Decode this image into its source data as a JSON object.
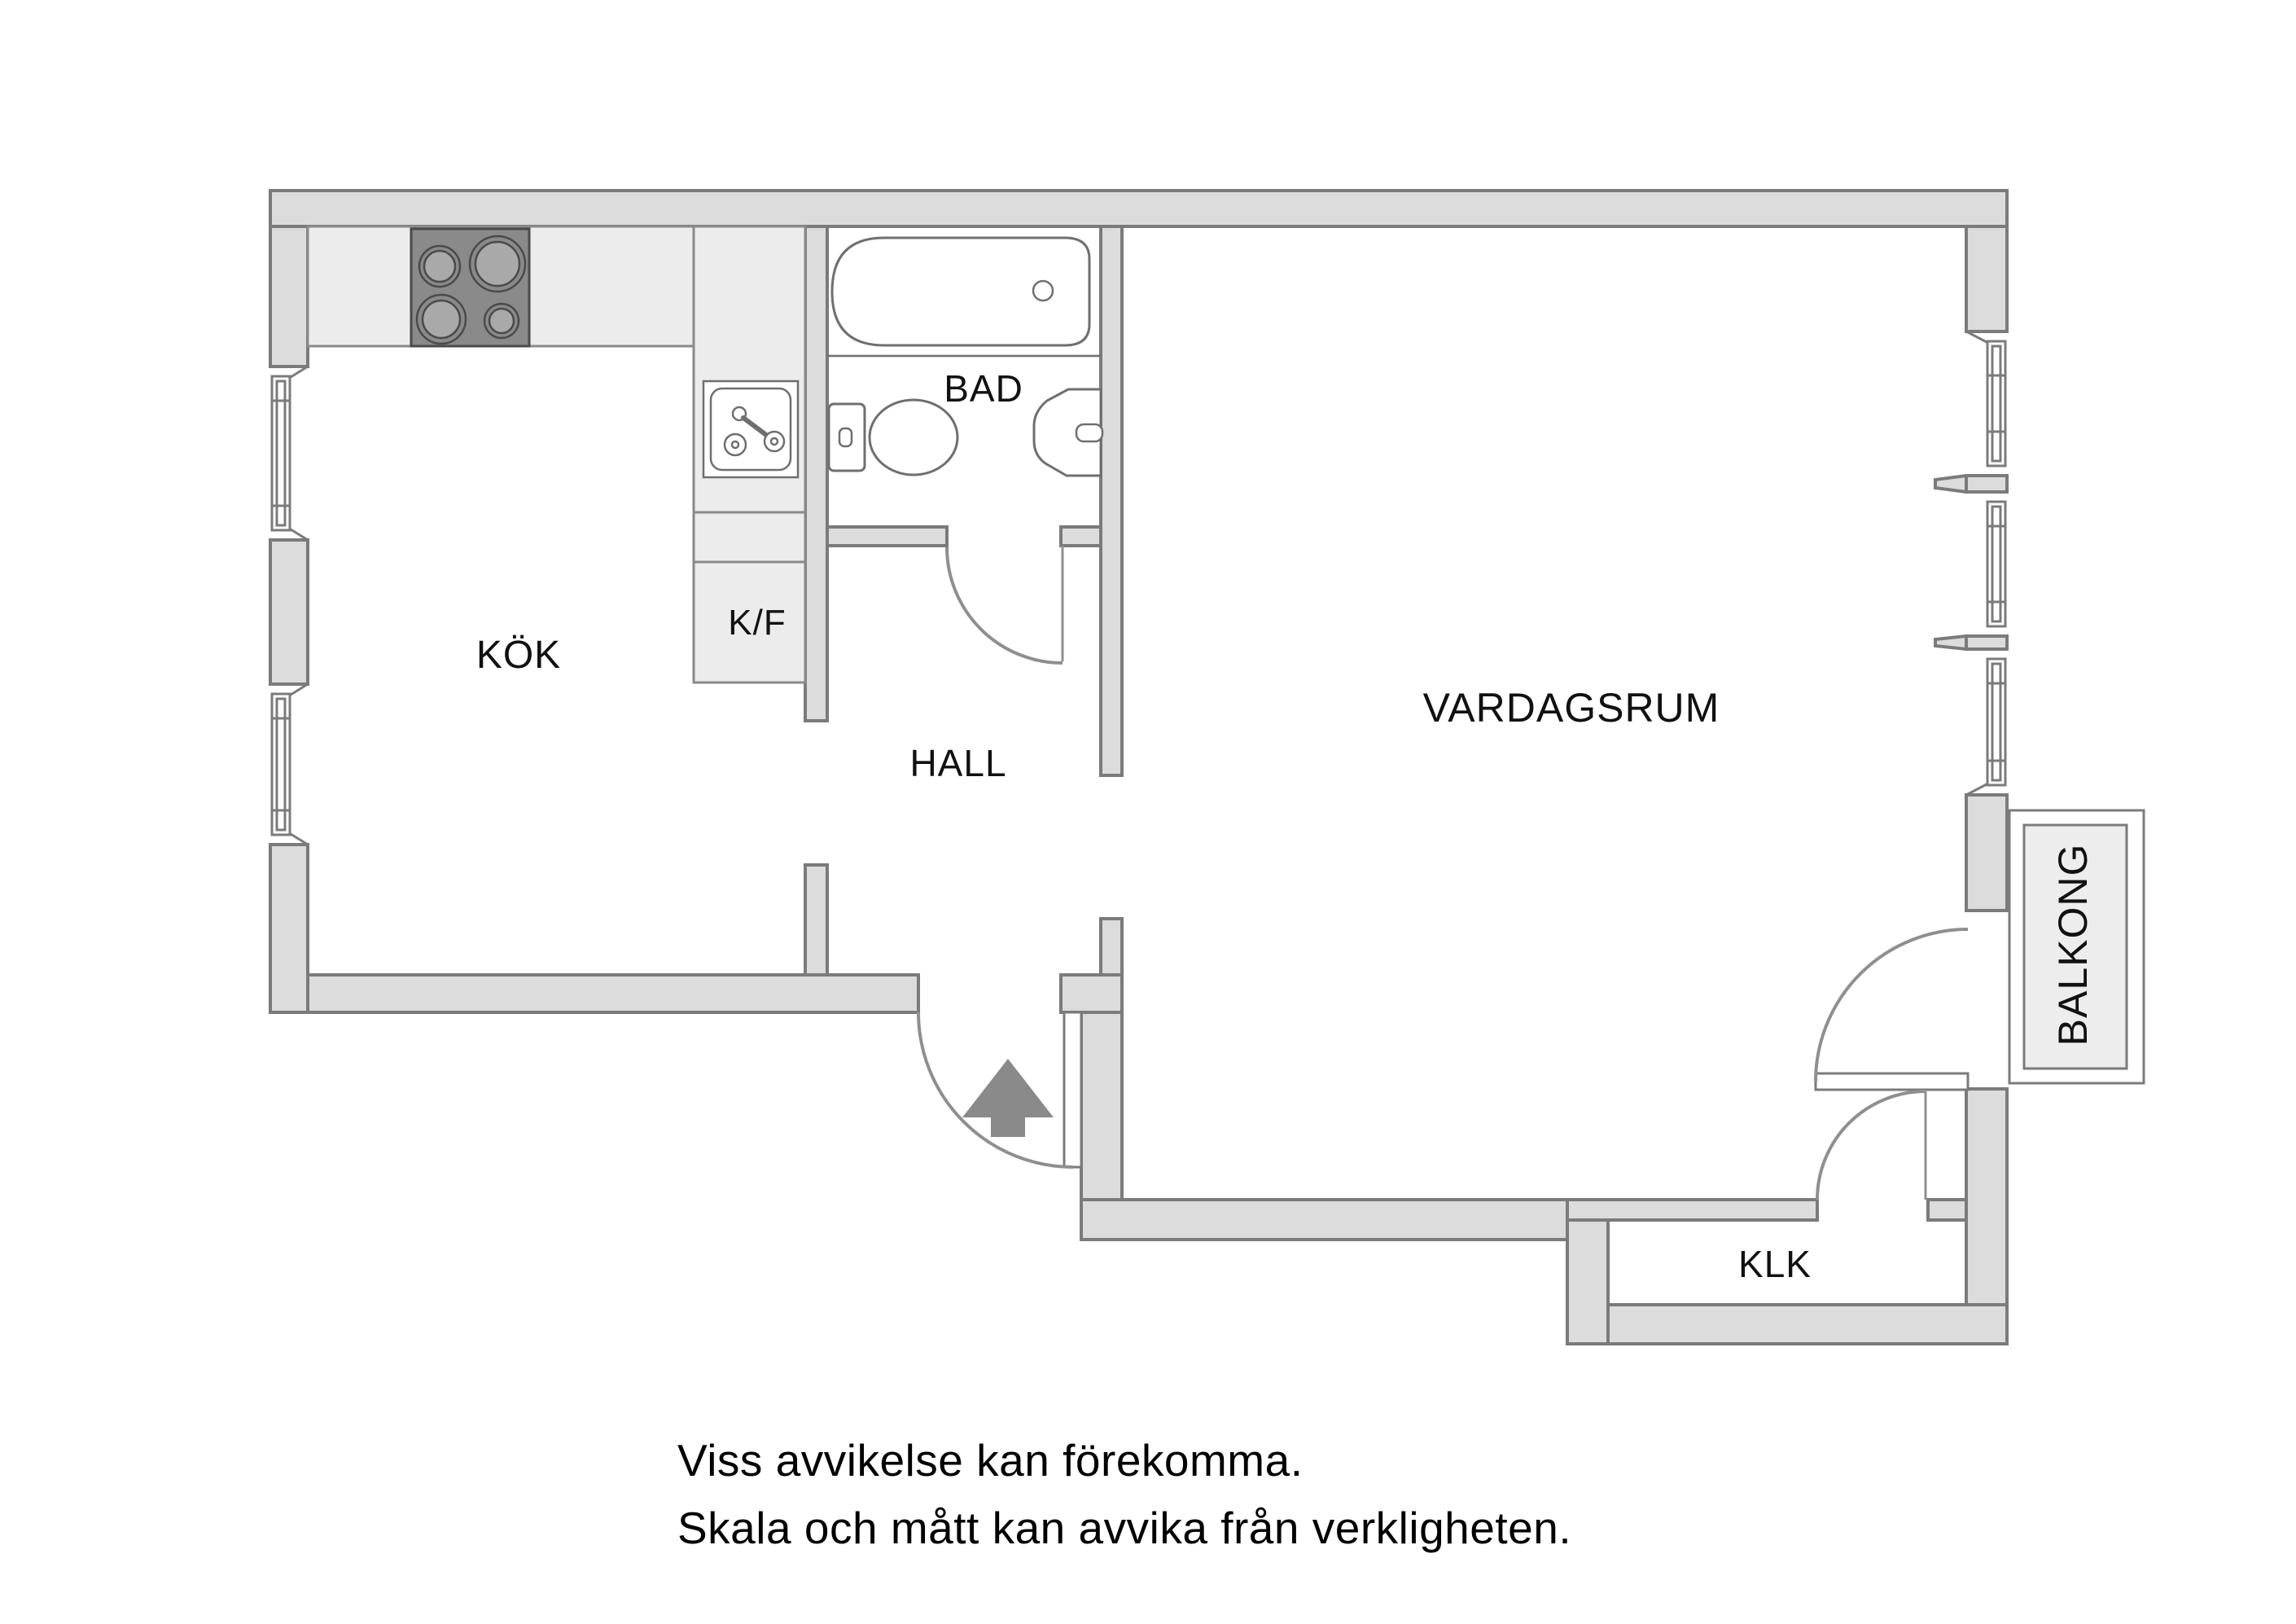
{
  "floorplan": {
    "labels": {
      "kitchen": "KÖK",
      "bathroom": "BAD",
      "hall": "HALL",
      "living_room": "VARDAGSRUM",
      "closet": "KLK",
      "balcony": "BALKONG",
      "fridge_freezer": "K/F"
    },
    "disclaimer": {
      "line1": "Viss avvikelse kan förekomma.",
      "line2": "Skala och mått kan avvika från verkligheten."
    },
    "colors": {
      "room_fill": "#ffffff",
      "wall_fill": "#dcdcdc",
      "wall_stroke": "#7b7b7b",
      "counter_fill": "#ececec",
      "counter_stroke": "#8a8a8a",
      "stove_fill": "#8a8a8a",
      "stove_stroke": "#4a4a4a",
      "burner_fill": "#a9a9a9",
      "balcony_fill": "#ededed",
      "fixture_stroke": "#6f6f6f",
      "door_stroke": "#8f8f8f",
      "arrow_fill": "#8a8a8a",
      "text_color": "#111111",
      "disclaimer_color": "#000000"
    },
    "icons": {
      "stove": "stove-hob-icon",
      "sink": "kitchen-sink-icon",
      "bathtub": "bathtub-icon",
      "toilet": "toilet-icon",
      "washbasin": "washbasin-icon",
      "entrance": "entrance-arrow-icon"
    }
  }
}
